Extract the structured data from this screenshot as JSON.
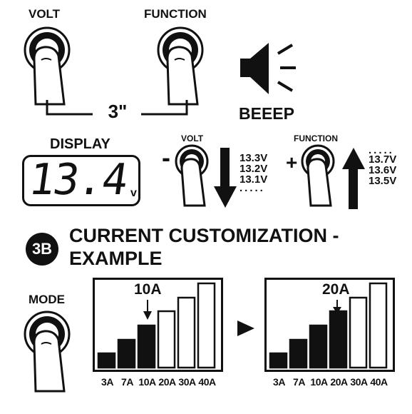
{
  "step1": {
    "volt_label": "VOLT",
    "function_label": "FUNCTION",
    "hold_time": "3\"",
    "beep_label": "BEEEP"
  },
  "display": {
    "label": "DISPLAY",
    "reading": "13.4",
    "unit": "v"
  },
  "volt_adjust": {
    "label": "VOLT",
    "sign": "-",
    "values": [
      "13.3V",
      "13.2V",
      "13.1V"
    ],
    "dots": "....."
  },
  "function_adjust": {
    "label": "FUNCTION",
    "sign": "+",
    "values": [
      "13.7V",
      "13.6V",
      "13.5V"
    ],
    "dots": "....."
  },
  "section": {
    "badge": "3B",
    "title_line1": "CURRENT CUSTOMIZATION -",
    "title_line2": "EXAMPLE"
  },
  "mode_label": "MODE",
  "chart_data": [
    {
      "type": "bar",
      "categories": [
        "3A",
        "7A",
        "10A",
        "20A",
        "30A",
        "40A"
      ],
      "values": [
        1,
        2,
        3,
        4,
        5,
        6
      ],
      "highlighted_through": "10A",
      "callout": "10A"
    },
    {
      "type": "bar",
      "categories": [
        "3A",
        "7A",
        "10A",
        "20A",
        "30A",
        "40A"
      ],
      "values": [
        1,
        2,
        3,
        4,
        5,
        6
      ],
      "highlighted_through": "20A",
      "callout": "20A"
    }
  ]
}
